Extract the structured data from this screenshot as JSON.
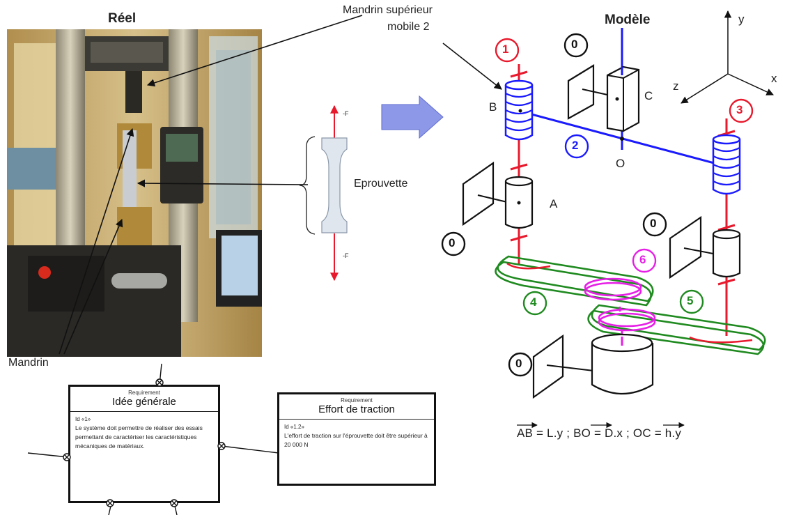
{
  "labels": {
    "reel": "Réel",
    "modele": "Modèle",
    "mandrin_sup": "Mandrin supérieur",
    "mandrin_sup_2": "mobile 2",
    "eprouvette": "Eprouvette",
    "mandrin": "Mandrin",
    "force_up": "-F",
    "force_down": "-F"
  },
  "axes": {
    "y": "y",
    "x": "x",
    "z": "z"
  },
  "points": {
    "A": "A",
    "B": "B",
    "C": "C",
    "O": "O"
  },
  "parts": {
    "p1": "1",
    "p2": "2",
    "p3": "3",
    "p4": "4",
    "p5": "5",
    "p6": "6",
    "ground_top": "0",
    "ground_a": "0",
    "ground_right": "0",
    "ground_motor": "0"
  },
  "formula": "AB = L.y  ;  BO = D.x  ;  OC = h.y",
  "requirements": {
    "general": {
      "stereotype": "Requirement",
      "name": "Idée générale",
      "id": "Id «1»",
      "text": "Le système doit permettre de réaliser des essais permettant de caractériser les caractéristiques mécaniques de matériaux."
    },
    "traction": {
      "stereotype": "Requirement",
      "name": "Effort de traction",
      "id": "Id «1.2»",
      "text": "L'effort de traction sur l'éprouvette doit être supérieur à 20 000 N"
    }
  },
  "colors": {
    "red": "#e8192c",
    "blue": "#1a1aff",
    "green": "#1f8a1f",
    "magenta": "#e61ee6",
    "arrow_fill": "#8e98e8"
  }
}
